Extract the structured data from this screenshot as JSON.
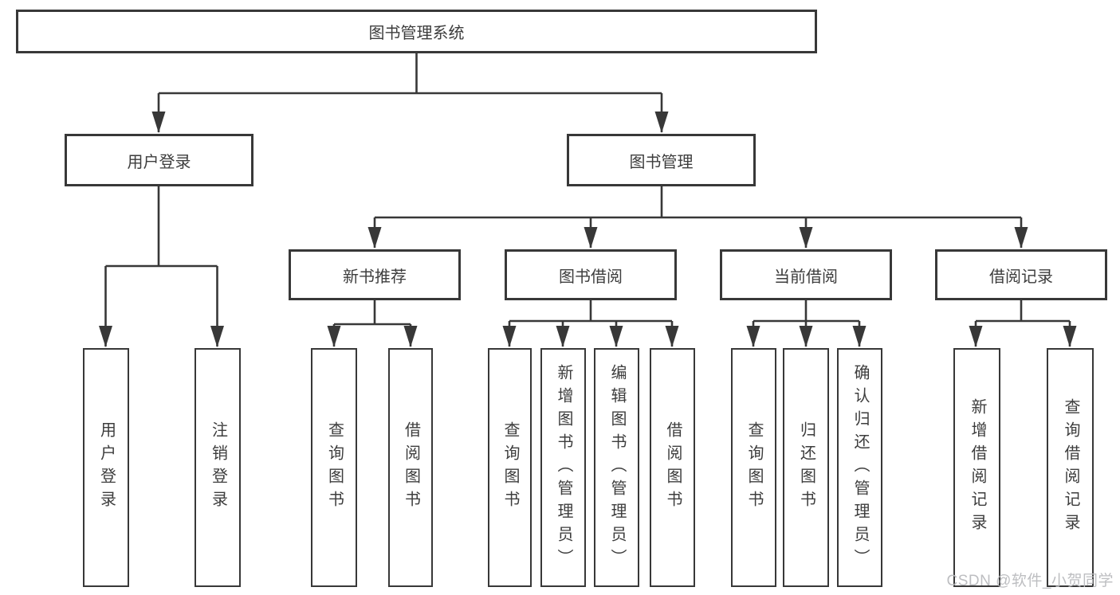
{
  "diagram": {
    "type": "hierarchy-org-chart",
    "tree": {
      "label": "图书管理系统",
      "children": [
        {
          "label": "用户登录",
          "children": [
            {
              "label": "用户登录"
            },
            {
              "label": "注销登录"
            }
          ]
        },
        {
          "label": "图书管理",
          "children": [
            {
              "label": "新书推荐",
              "children": [
                {
                  "label": "查询图书"
                },
                {
                  "label": "借阅图书"
                }
              ]
            },
            {
              "label": "图书借阅",
              "children": [
                {
                  "label": "查询图书"
                },
                {
                  "label": "新增图书（管理员）"
                },
                {
                  "label": "编辑图书（管理员）"
                },
                {
                  "label": "借阅图书"
                }
              ]
            },
            {
              "label": "当前借阅",
              "children": [
                {
                  "label": "查询图书"
                },
                {
                  "label": "归还图书"
                },
                {
                  "label": "确认归还（管理员）"
                }
              ]
            },
            {
              "label": "借阅记录",
              "children": [
                {
                  "label": "新增借阅记录"
                },
                {
                  "label": "查询借阅记录"
                }
              ]
            }
          ]
        }
      ]
    },
    "colors": {
      "box_border": "#383838",
      "connector_line": "#383838",
      "text": "#3d3d3d",
      "background": "#ffffff",
      "watermark": "#b9bbbe"
    }
  },
  "watermark": {
    "text": "CSDN @软件_小贺同学"
  }
}
